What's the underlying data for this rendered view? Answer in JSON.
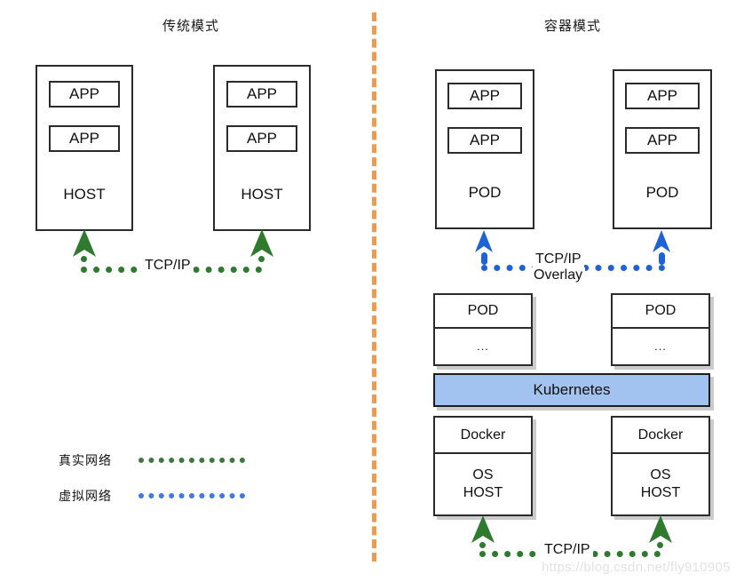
{
  "figure": {
    "left_panel_title": "传统模式",
    "right_panel_title": "容器模式"
  },
  "legend": {
    "items": [
      {
        "label": "真实网络",
        "color": "#3a7a3a",
        "style": "dotted"
      },
      {
        "label": "虚拟网络",
        "color": "#3f78e0",
        "style": "dotted"
      }
    ]
  },
  "traditional": {
    "hosts": [
      {
        "apps": [
          "APP",
          "APP"
        ],
        "label": "HOST"
      },
      {
        "apps": [
          "APP",
          "APP"
        ],
        "label": "HOST"
      }
    ],
    "network_label": "TCP/IP",
    "network_color": "#2f7a2f"
  },
  "container": {
    "pods": [
      {
        "apps": [
          "APP",
          "APP"
        ],
        "label": "POD"
      },
      {
        "apps": [
          "APP",
          "APP"
        ],
        "label": "POD"
      }
    ],
    "overlay_network_label_line1": "TCP/IP",
    "overlay_network_label_line2": "Overlay",
    "overlay_network_color": "#1f62d6",
    "pod_stacks": [
      {
        "top": "POD",
        "bottom": "..."
      },
      {
        "top": "POD",
        "bottom": "..."
      }
    ],
    "orchestrator": {
      "label": "Kubernetes",
      "fill": "#a2c2ef",
      "border": "#1d1d1d"
    },
    "nodes": [
      {
        "runtime": "Docker",
        "os": "OS\nHOST"
      },
      {
        "runtime": "Docker",
        "os": "OS\nHOST"
      }
    ],
    "network_label": "TCP/IP",
    "network_color": "#2f7a2f"
  },
  "watermark": {
    "text": "https://blog.csdn.net/fly910905"
  }
}
